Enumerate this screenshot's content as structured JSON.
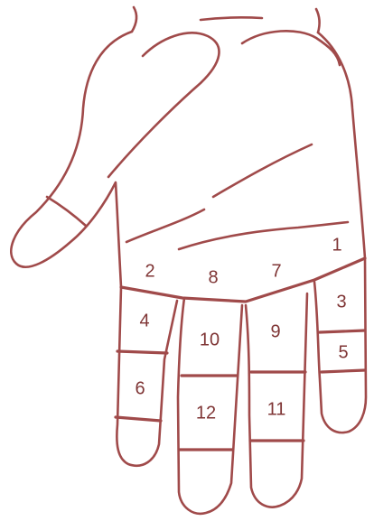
{
  "colors": {
    "line": "#a04a4a",
    "label": "#7f3535",
    "background": "#ffffff"
  },
  "zones": [
    {
      "id": "z1",
      "label": "1"
    },
    {
      "id": "z2",
      "label": "2"
    },
    {
      "id": "z3",
      "label": "3"
    },
    {
      "id": "z4",
      "label": "4"
    },
    {
      "id": "z5",
      "label": "5"
    },
    {
      "id": "z6",
      "label": "6"
    },
    {
      "id": "z7",
      "label": "7"
    },
    {
      "id": "z8",
      "label": "8"
    },
    {
      "id": "z9",
      "label": "9"
    },
    {
      "id": "z10",
      "label": "10"
    },
    {
      "id": "z11",
      "label": "11"
    },
    {
      "id": "z12",
      "label": "12"
    }
  ]
}
